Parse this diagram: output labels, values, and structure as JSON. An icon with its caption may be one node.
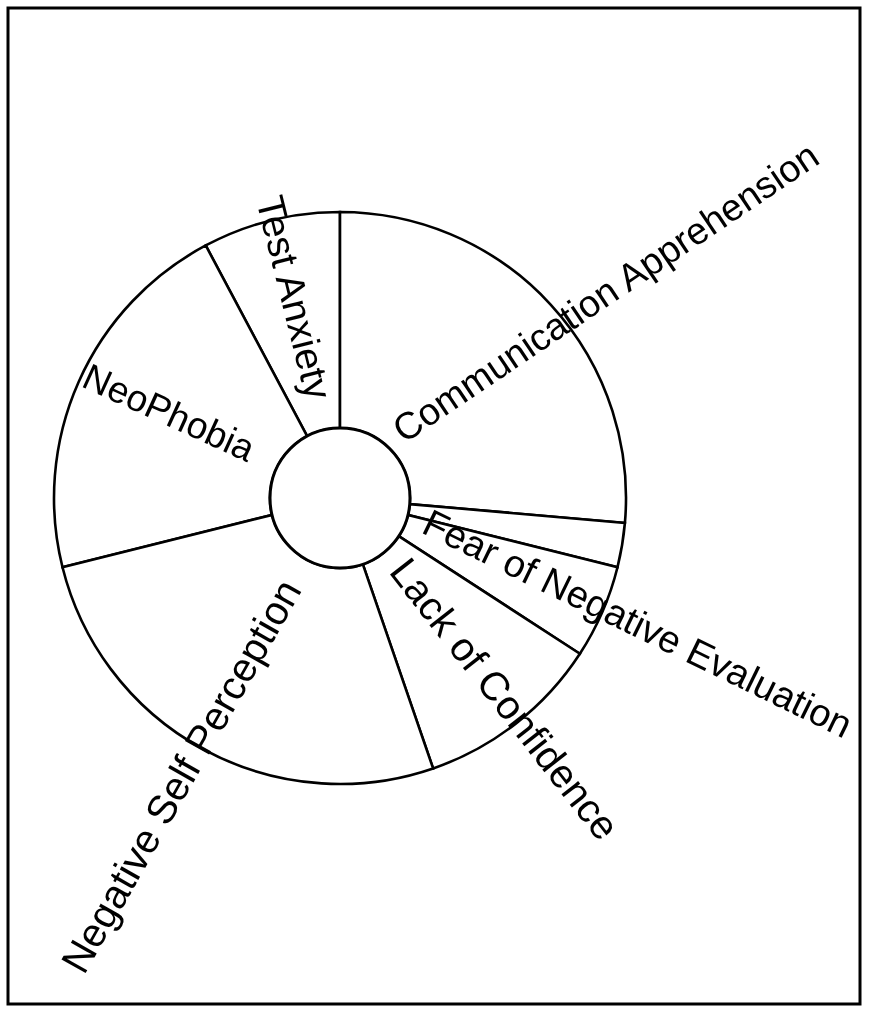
{
  "diagram": {
    "nodes": [
      {
        "text": [
          "Test Anxiety"
        ]
      },
      {
        "text": [
          "Communication Apprehension"
        ]
      },
      {
        "text": [
          "NeoPhobia"
        ]
      },
      {
        "text": [],
        "shape": "sector"
      },
      {
        "text": [
          "Fear of Negative Evaluation"
        ]
      },
      {
        "text": [
          "Lack of Confidence"
        ]
      },
      {
        "text": [
          "Negative Self Perception"
        ]
      }
    ]
  }
}
